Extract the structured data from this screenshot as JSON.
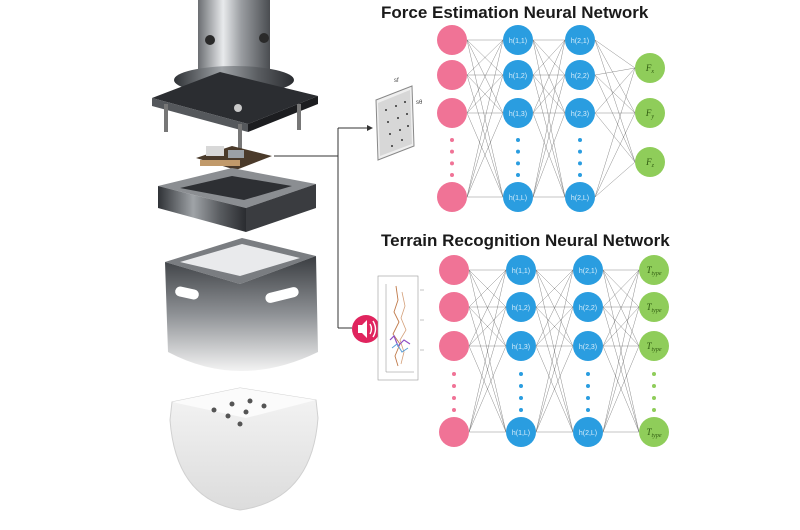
{
  "diagram": {
    "force_network": {
      "title": "Force Estimation Neural Network",
      "input_image_labels": [
        "sf",
        "sθ"
      ],
      "hidden_layer1_labels": [
        "h(1,1)",
        "h(1,2)",
        "h(1,3)",
        "h(1,L)"
      ],
      "hidden_layer2_labels": [
        "h(2,1)",
        "h(2,2)",
        "h(2,3)",
        "h(2,L)"
      ],
      "outputs": [
        "Fx",
        "Fy",
        "Fz"
      ]
    },
    "terrain_network": {
      "title": "Terrain Recognition Neural Network",
      "hidden_layer1_labels": [
        "h(1,1)",
        "h(1,2)",
        "h(1,3)",
        "h(1,L)"
      ],
      "hidden_layer2_labels": [
        "h(2,1)",
        "h(2,2)",
        "h(2,3)",
        "h(2,L)"
      ],
      "outputs": [
        "Ttype",
        "Ttype",
        "Ttype",
        "Ttype"
      ]
    },
    "colors": {
      "input_node": "#f07396",
      "hidden_node": "#2a9de0",
      "output_node": "#8fcd5a",
      "edge": "#555555",
      "dots_input": "#f07396",
      "dots_hidden": "#2a9de0",
      "dots_output": "#8fcd5a",
      "speaker": "#e0245e"
    },
    "icons": [
      "speaker-icon",
      "sensor-image-icon",
      "audio-signal-plot-icon"
    ]
  }
}
